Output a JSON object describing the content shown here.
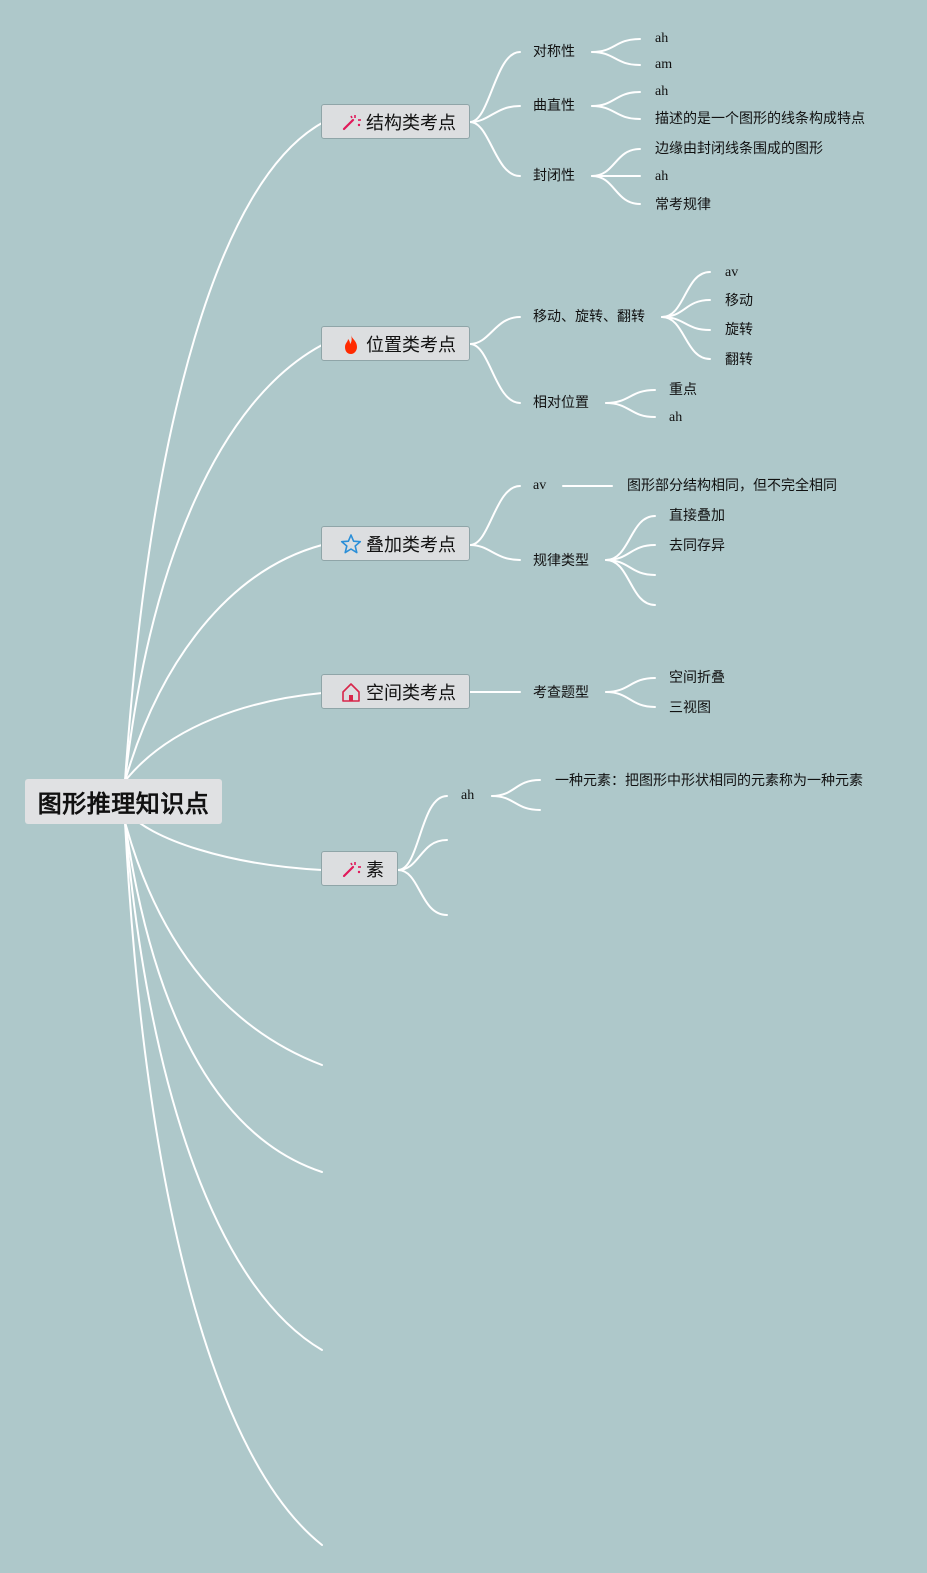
{
  "colors": {
    "background": "#aec8ca",
    "connector": "#ffffff",
    "node_fill": "#dcdee0"
  },
  "root": {
    "label": "图形推理知识点"
  },
  "branches": [
    {
      "label": "结构类考点",
      "icon": "magic-wand-icon",
      "children": [
        {
          "label": "对称性",
          "children": [
            "ah",
            "am"
          ]
        },
        {
          "label": "曲直性",
          "children": [
            "ah",
            "描述的是一个图形的线条构成特点"
          ]
        },
        {
          "label": "封闭性",
          "children": [
            "边缘由封闭线条围成的图形",
            "ah",
            "常考规律"
          ]
        }
      ]
    },
    {
      "label": "位置类考点",
      "icon": "fire-icon",
      "children": [
        {
          "label": "移动、旋转、翻转",
          "children": [
            "av",
            "移动",
            "旋转",
            "翻转"
          ]
        },
        {
          "label": "相对位置",
          "children": [
            "重点",
            "ah"
          ]
        }
      ]
    },
    {
      "label": "叠加类考点",
      "icon": "star-icon",
      "children": [
        {
          "label": "av",
          "children": [
            "图形部分结构相同，但不完全相同"
          ]
        },
        {
          "label": "规律类型",
          "children": [
            "直接叠加",
            "去同存异"
          ]
        }
      ]
    },
    {
      "label": "空间类考点",
      "icon": "home-icon",
      "children": [
        {
          "label": "考查题型",
          "children": [
            "空间折叠",
            "三视图"
          ]
        }
      ]
    },
    {
      "label": "素",
      "icon": "magic-wand-icon",
      "children": [
        {
          "label": "ah",
          "children": [
            "一种元素：把图形中形状相同的元素称为一种元素"
          ]
        }
      ]
    }
  ]
}
